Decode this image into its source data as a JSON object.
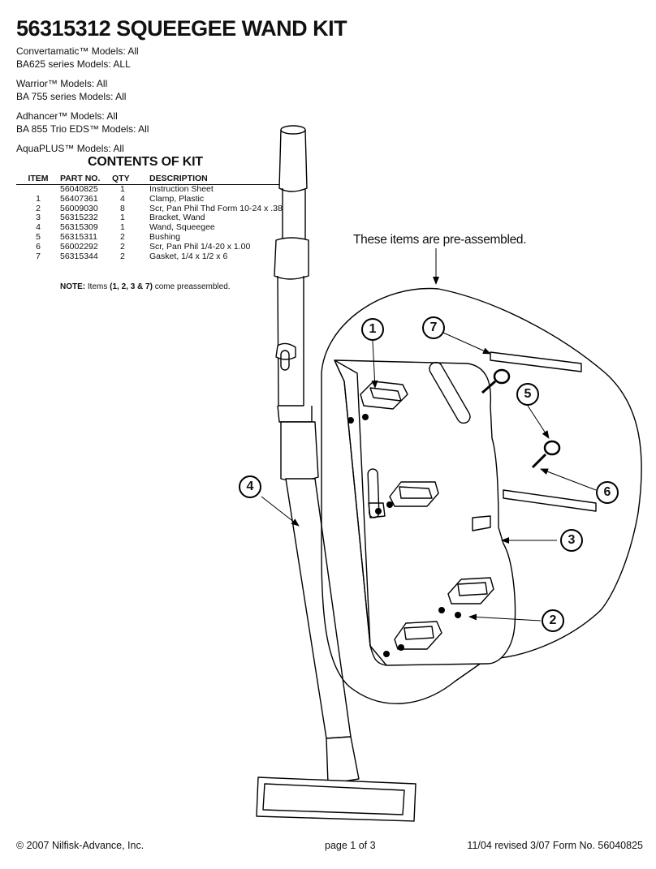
{
  "title": "56315312 SQUEEGEE WAND KIT",
  "models": [
    [
      "Convertamatic™ Models: All",
      "BA625 series Models: ALL"
    ],
    [
      "Warrior™ Models: All",
      "BA 755 series Models:  All"
    ],
    [
      "Adhancer™ Models:  All",
      "BA 855 Trio EDS™ Models:  All"
    ],
    [
      "AquaPLUS™ Models: All"
    ]
  ],
  "contents": {
    "title": "CONTENTS OF KIT",
    "headers": {
      "item": "ITEM",
      "part": "PART NO.",
      "qty": "QTY",
      "desc": "DESCRIPTION"
    },
    "rows": [
      {
        "item": "",
        "part": "56040825",
        "qty": "1",
        "desc": "Instruction Sheet"
      },
      {
        "item": "1",
        "part": "56407361",
        "qty": "4",
        "desc": "Clamp, Plastic"
      },
      {
        "item": "2",
        "part": "56009030",
        "qty": "8",
        "desc": "Scr, Pan Phil Thd Form 10-24 x .38"
      },
      {
        "item": "3",
        "part": "56315232",
        "qty": "1",
        "desc": "Bracket, Wand"
      },
      {
        "item": "4",
        "part": "56315309",
        "qty": "1",
        "desc": "Wand, Squeegee"
      },
      {
        "item": "5",
        "part": "56315311",
        "qty": "2",
        "desc": "Bushing"
      },
      {
        "item": "6",
        "part": "56002292",
        "qty": "2",
        "desc": "Scr, Pan Phil 1/4-20 x 1.00"
      },
      {
        "item": "7",
        "part": "56315344",
        "qty": "2",
        "desc": "Gasket, 1/4 x 1/2 x 6"
      }
    ],
    "note_label": "NOTE:",
    "note_pre": "  Items ",
    "note_items": "(1, 2, 3 & 7)",
    "note_post": " come preassembled."
  },
  "diagram": {
    "preassembled_label": "These items are pre-assembled.",
    "callouts": [
      "1",
      "2",
      "3",
      "4",
      "5",
      "6",
      "7"
    ]
  },
  "footer": {
    "copyright": "© 2007 Nilfisk-Advance, Inc.",
    "page": "page 1 of 3",
    "form": "11/04 revised 3/07 Form No. 56040825"
  }
}
